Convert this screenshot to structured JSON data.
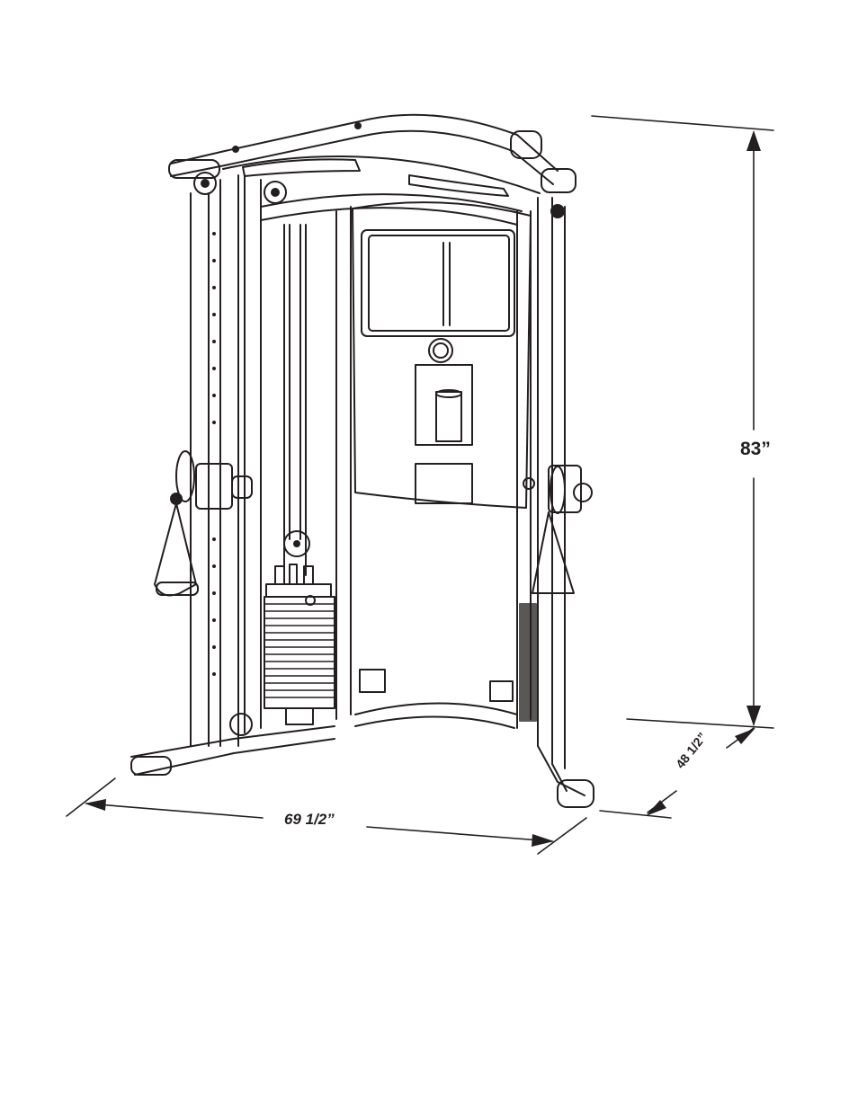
{
  "figure": {
    "subject": "Functional trainer / cable crossover gym machine with weight stack",
    "stroke_color": "#231f20",
    "background_color": "#ffffff"
  },
  "dimensions": {
    "height": "83”",
    "width": "69 1/2”",
    "depth": "48 1/2”"
  }
}
